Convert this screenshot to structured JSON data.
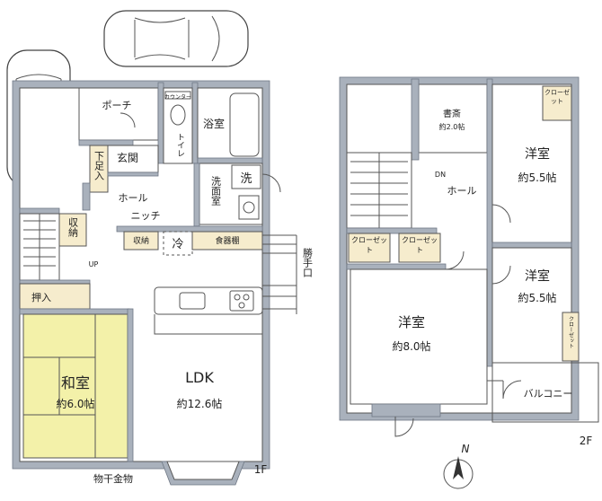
{
  "floor1": {
    "level": "1F",
    "rooms": {
      "porch": "ポーチ",
      "entrance": "玄関",
      "shoe_storage": "下足入",
      "hall": "ホール",
      "niche": "ニッチ",
      "storage": "収納",
      "storage2": "収納",
      "fridge": "冷",
      "cupboard": "食器棚",
      "toilet": "トイレ",
      "counter": "カウンター",
      "bathroom": "浴室",
      "washroom": "洗面室",
      "washer": "洗",
      "closet": "押入",
      "japanese_room": "和室",
      "japanese_room_size": "約6.0帖",
      "ldk": "LDK",
      "ldk_size": "約12.6帖",
      "service_door": "勝手口",
      "stairs_up": "UP",
      "drying_rack": "物干金物"
    }
  },
  "floor2": {
    "level": "2F",
    "rooms": {
      "study": "書斎",
      "study_size": "約2.0帖",
      "stairs_down": "DN",
      "hall": "ホール",
      "closet_a": "クローゼット",
      "closet_b": "クローゼット",
      "closet_c": "クローゼット",
      "closet_d": "クローゼット",
      "western_a": "洋室",
      "western_a_size": "約5.5帖",
      "western_b": "洋室",
      "western_b_size": "約5.5帖",
      "western_c": "洋室",
      "western_c_size": "約8.0帖",
      "balcony": "バルコニー"
    }
  },
  "compass": {
    "north": "N"
  }
}
